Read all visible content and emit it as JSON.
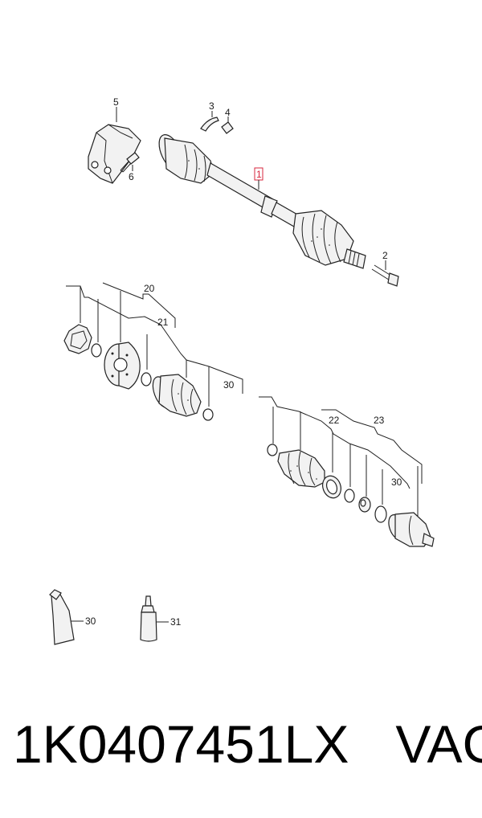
{
  "callouts": {
    "c1": "1",
    "c2": "2",
    "c3": "3",
    "c4": "4",
    "c5": "5",
    "c6": "6",
    "c20": "20",
    "c21": "21",
    "c22": "22",
    "c23": "23",
    "c30a": "30",
    "c30b": "30",
    "c30c": "30",
    "c31": "31"
  },
  "footer": {
    "part_number": "1K0407451LX",
    "brand": "VAG"
  },
  "colors": {
    "highlight": "#d7263d",
    "line": "#222222"
  }
}
